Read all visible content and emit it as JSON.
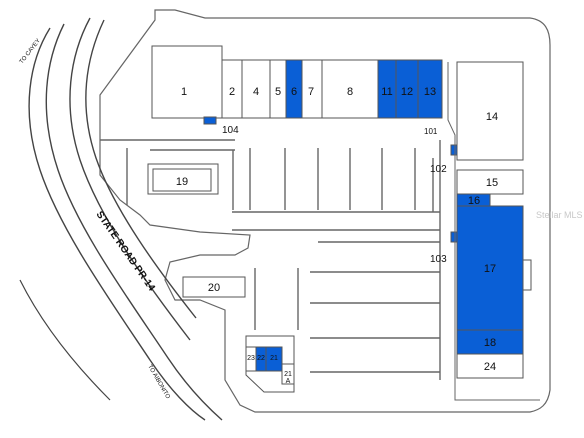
{
  "map": {
    "roads": {
      "state_road": "STATE ROAD PR-14",
      "to_cayey": "TO CAYEY",
      "to_aibonito": "TO AIBONITO"
    },
    "watermark": "Stellar MLS",
    "colors": {
      "highlight": "#0a5fd6",
      "outline": "#555555",
      "road": "#444444"
    },
    "units": {
      "u1": "1",
      "u2": "2",
      "u4": "4",
      "u5": "5",
      "u6": "6",
      "u7": "7",
      "u8": "8",
      "u11": "11",
      "u12": "12",
      "u13": "13",
      "u14": "14",
      "u15": "15",
      "u16": "16",
      "u17": "17",
      "u18": "18",
      "u19": "19",
      "u20": "20",
      "u21": "21",
      "u22": "22",
      "u23": "23",
      "u24": "24",
      "u101": "101",
      "u102": "102",
      "u103": "103",
      "u104": "104",
      "u21a": "21\nA"
    },
    "highlighted_units": [
      "6",
      "11",
      "12",
      "13",
      "16",
      "17",
      "18",
      "21",
      "22",
      "104"
    ]
  }
}
